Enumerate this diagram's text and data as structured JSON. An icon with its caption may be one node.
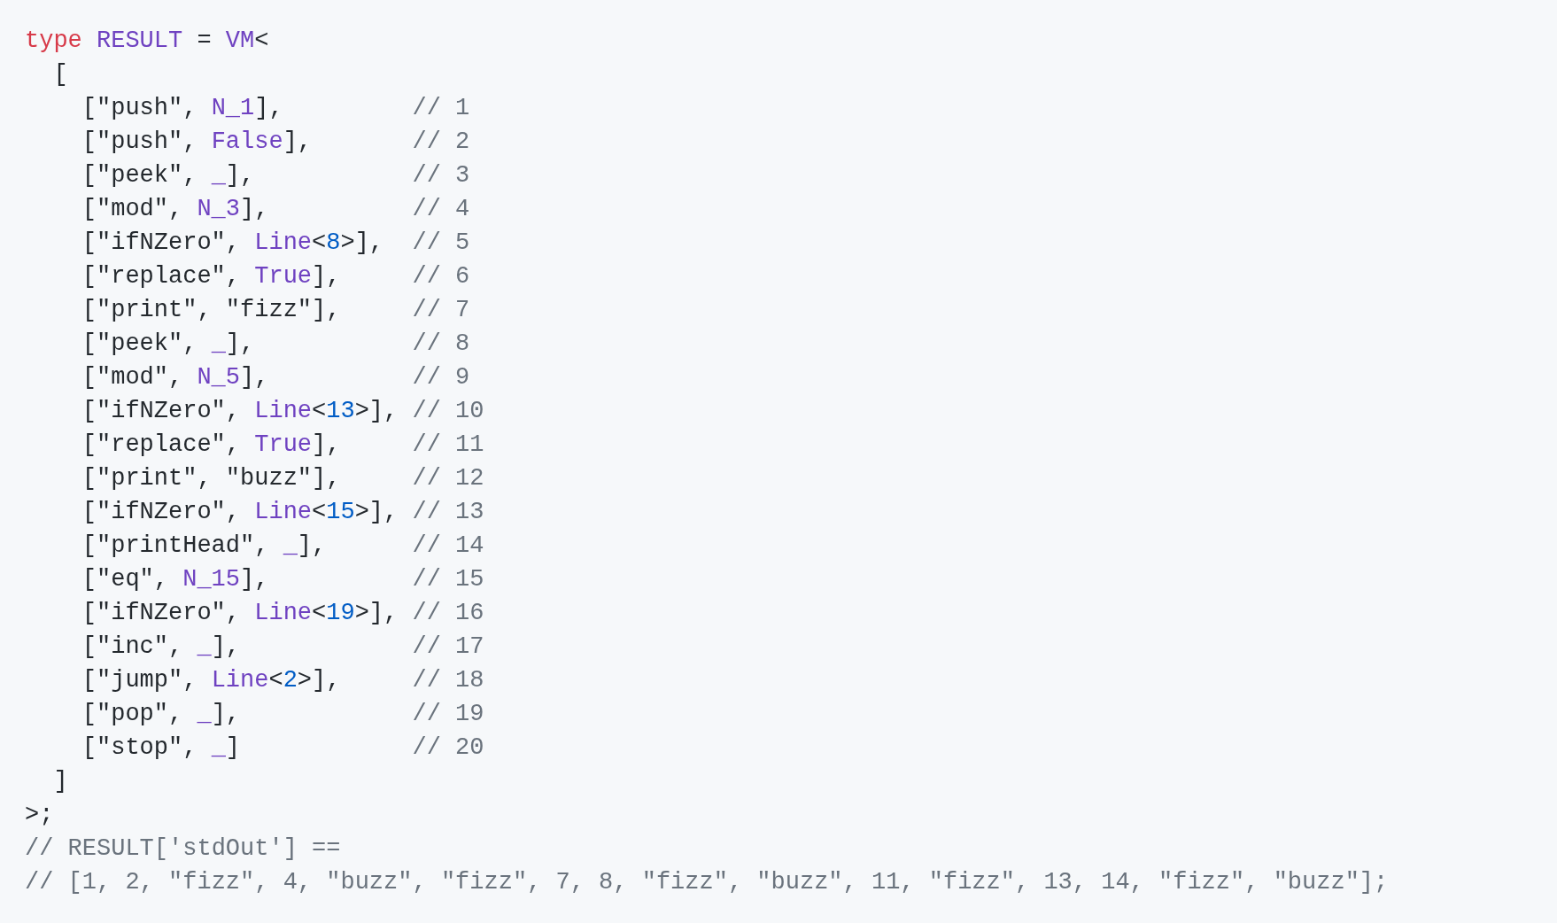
{
  "diagram": {
    "labels": [
      "type RESULT = VM<",
      "[",
      "[\"push\", N_1],",
      "// 1",
      "[\"push\", False],",
      "// 2",
      "[\"peek\", _],",
      "// 3",
      "[\"mod\", N_3],",
      "// 4",
      "[\"ifNZero\", Line<8>],",
      "// 5",
      "[\"replace\", True],",
      "// 6",
      "[\"print\", \"fizz\"],",
      "// 7",
      "[\"peek\", _],",
      "// 8",
      "[\"mod\", N_5],",
      "// 9",
      "[\"ifNZero\", Line<13>],",
      "// 10",
      "[\"replace\", True],",
      "// 11",
      "[\"print\", \"buzz\"],",
      "// 12",
      "[\"ifNZero\", Line<15>],",
      "// 13",
      "[\"printHead\", _],",
      "// 14",
      "[\"eq\", N_15],",
      "// 15",
      "[\"ifNZero\", Line<19>],",
      "// 16",
      "[\"inc\", _],",
      "// 17",
      "[\"jump\", Line<2>],",
      "// 18",
      "[\"pop\", _],",
      "// 19",
      "[\"stop\", _]",
      "// 20",
      "]",
      ">;",
      "// RESULT['stdOut'] ==",
      "// [1, 2, \"fizz\", 4, \"buzz\", \"fizz\", 7, 8, \"fizz\", \"buzz\", 11, \"fizz\", 13, 14, \"fizz\", \"buzz\"];"
    ]
  }
}
